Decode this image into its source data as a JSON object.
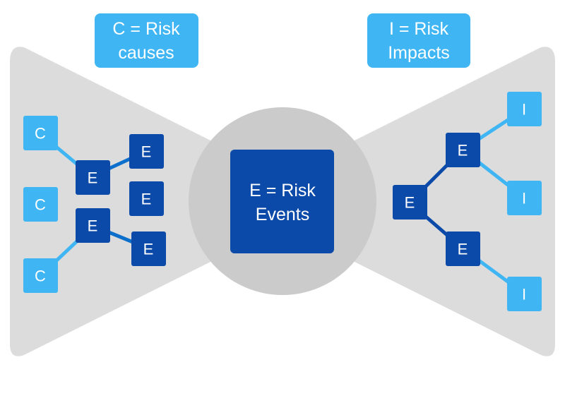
{
  "colors": {
    "wing": "#dcdcdc",
    "center_circle": "#cbcbcb",
    "light_blue": "#3fb6f3",
    "dark_blue": "#0b4aa8",
    "mid_line": "#0d6fcc"
  },
  "legend": {
    "causes_line1": "C = Risk",
    "causes_line2": "causes",
    "impacts_line1": "I = Risk",
    "impacts_line2": "Impacts"
  },
  "center": {
    "line1": "E = Risk",
    "line2": "Events"
  },
  "left": {
    "cause_1": "C",
    "cause_2": "C",
    "cause_3": "C",
    "event_1": "E",
    "event_2": "E",
    "event_3": "E",
    "event_4": "E",
    "event_5": "E"
  },
  "right": {
    "event_main": "E",
    "event_top": "E",
    "event_bottom": "E",
    "impact_1": "I",
    "impact_2": "I",
    "impact_3": "I"
  }
}
